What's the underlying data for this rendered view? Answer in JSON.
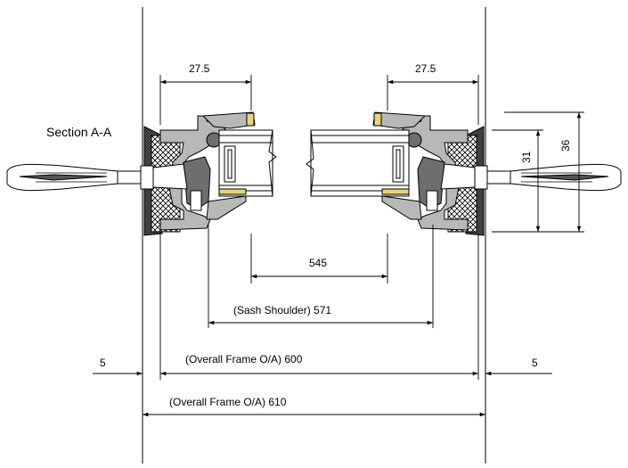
{
  "section_title": "Section A-A",
  "dimensions": {
    "sash_width_left": "27.5",
    "sash_width_right": "27.5",
    "glass_sight": "545",
    "sash_shoulder": "(Sash Shoulder) 571",
    "frame_600": "(Overall Frame O/A) 600",
    "frame_610": "(Overall Frame O/A) 610",
    "gap_left": "5",
    "gap_right": "5",
    "height_31": "31",
    "height_36": "36"
  },
  "colors": {
    "line": "#000000",
    "profile_grey": "#b8b8b8",
    "profile_dark": "#6e6e6e",
    "gasket": "#1a1a1a",
    "seal_yellow": "#e8d27a",
    "foam": "#d8d8d8"
  }
}
